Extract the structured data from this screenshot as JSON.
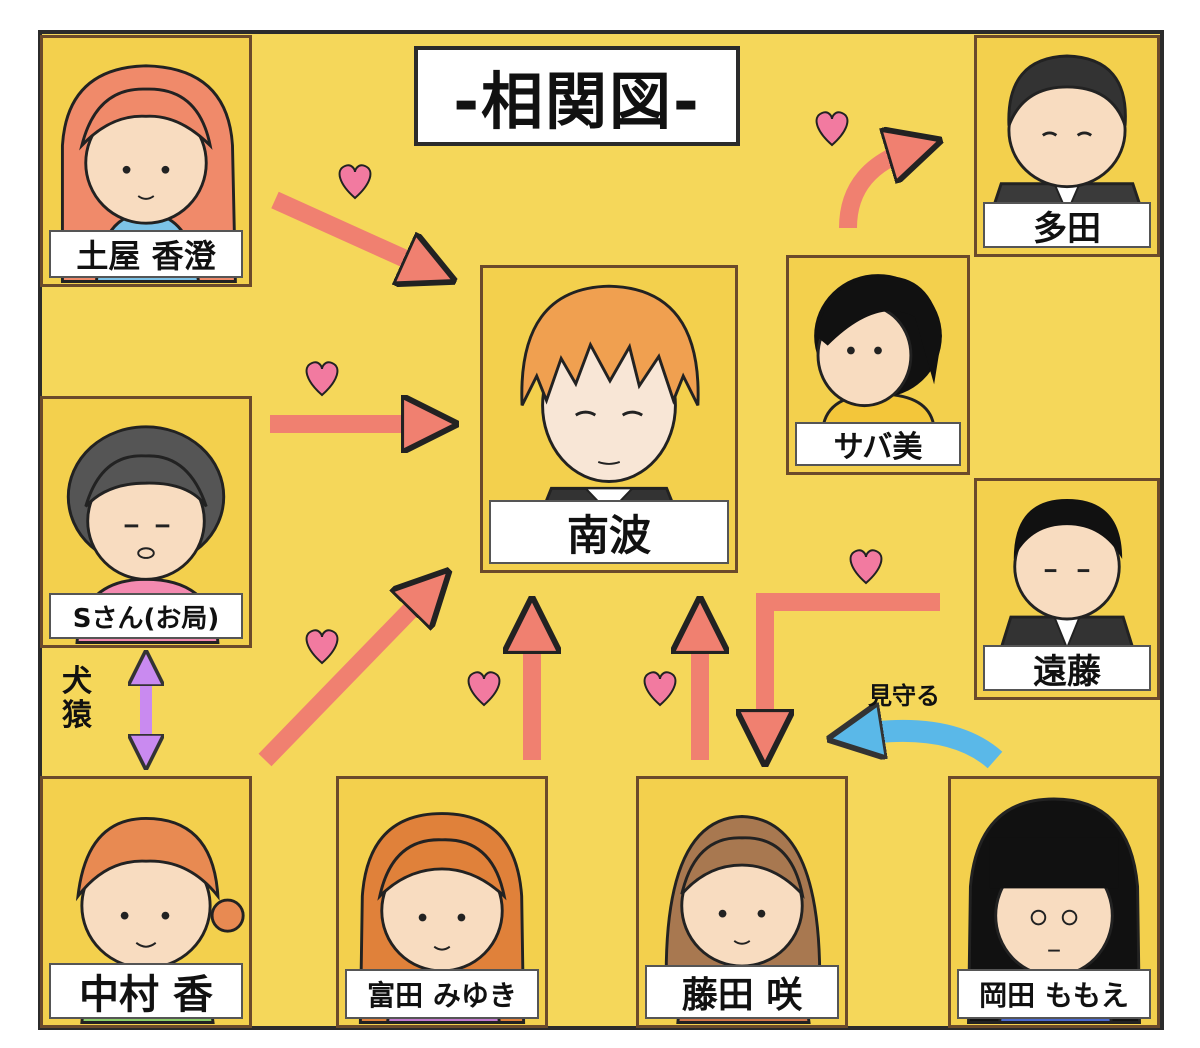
{
  "title": "-相関図-",
  "people": {
    "tsuchiya": "土屋 香澄",
    "s_san": "Sさん(お局)",
    "nakamura": "中村 香",
    "tomita": "富田 みゆき",
    "fujita": "藤田 咲",
    "okada": "岡田 ももえ",
    "nanba": "南波",
    "sabami": "サバ美",
    "tada": "多田",
    "endo": "遠藤"
  },
  "relation_labels": {
    "inuzaru": "犬猿",
    "mimamoru": "見守る"
  },
  "colors": {
    "background": "#f5d75a",
    "arrow": "#f08070",
    "heart": "#f27aa0",
    "purple_arrow": "#c98af0",
    "blue_arrow": "#5ab8e8"
  }
}
